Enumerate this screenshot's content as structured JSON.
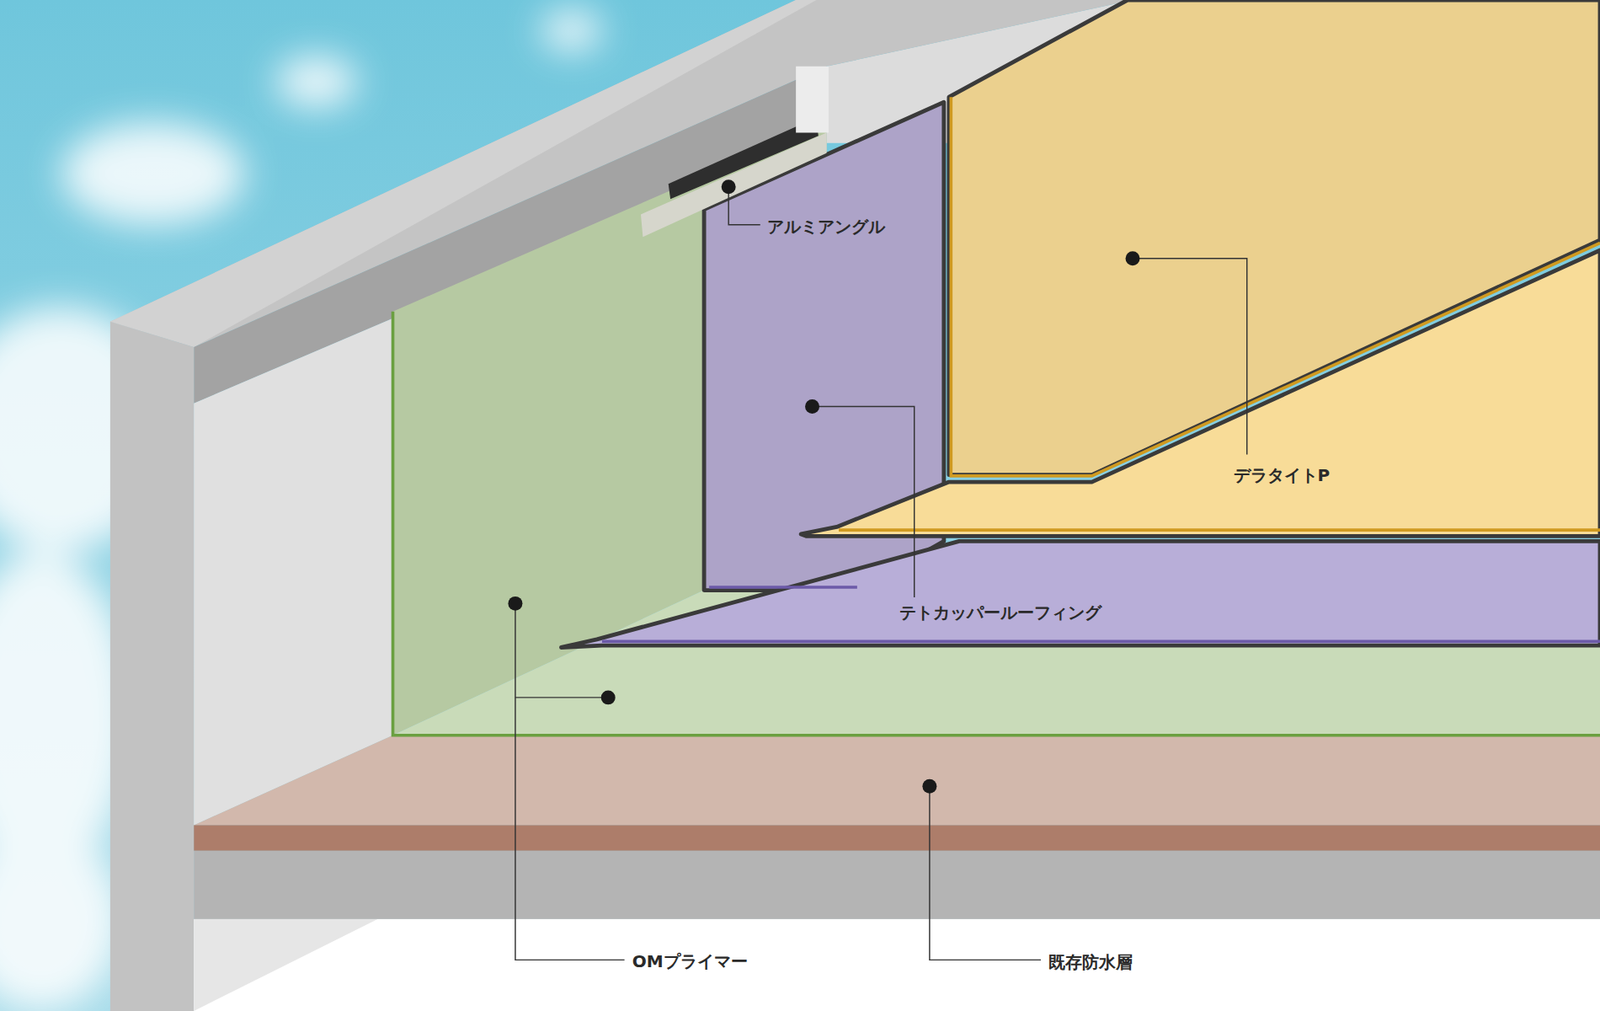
{
  "diagram": {
    "labels": [
      "アルミアングル",
      "デラタイトP",
      "テトカッパールーフィング",
      "OMプライマー",
      "既存防水層"
    ]
  }
}
